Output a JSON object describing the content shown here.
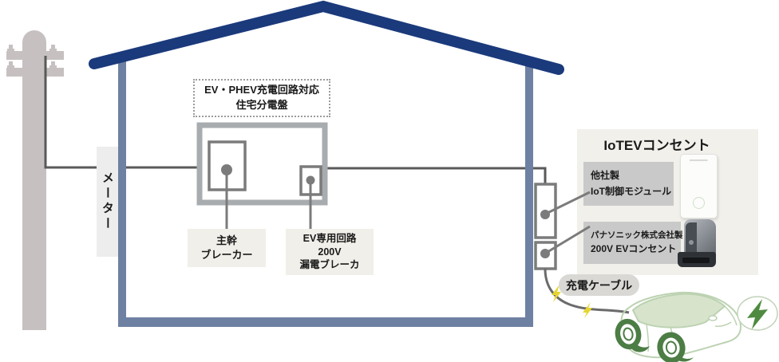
{
  "labels": {
    "panel_title_line1": "EV・PHEV充電回路対応",
    "panel_title_line2": "住宅分電盤",
    "meter": "メーター",
    "main_breaker_line1": "主幹",
    "main_breaker_line2": "ブレーカー",
    "ev_breaker_line1": "EV専用回路",
    "ev_breaker_line2": "200V",
    "ev_breaker_line3": "漏電ブレーカ",
    "iot_title": "IoTEVコンセント",
    "iot_module_line1": "他社製",
    "iot_module_line2": "IoT制御モジュール",
    "ev_outlet_line1": "パナソニック株式会社製",
    "ev_outlet_line2": "200V EVコンセント",
    "cable": "充電ケーブル"
  },
  "icons": {
    "utility_pole": "gray pole with two crossarms and insulators",
    "house": "navy gabled roof with slate walls",
    "meter_wire": "dark gray service wire",
    "breaker_dots": "connection dots inside distribution panel",
    "lightning_bolt_yellow": "charging energy sparks on cable",
    "lightning_bolt_green": "EV energy badge beside car",
    "ev_car": "light green outlined hatchback with green wheels"
  },
  "colors": {
    "roof_navy": "#1b3a7c",
    "wall_slate": "#6e81a2",
    "wire_gray": "#595959",
    "pole_gray": "#c6c1c0",
    "panel_border": "#a8acaf",
    "breaker_outline": "#7b7b7b",
    "cream_label_bg": "#f1efe9",
    "iot_panel_bg": "#f2f0eb",
    "gray_label_bg": "#c9c9c9",
    "cable_pill_bg": "#d9d8d5",
    "bolt_yellow": "#e6d52f",
    "car_green_dark": "#4c7d44",
    "car_green_light": "#bcd2b2",
    "car_glass_green": "#d7e4cb"
  }
}
